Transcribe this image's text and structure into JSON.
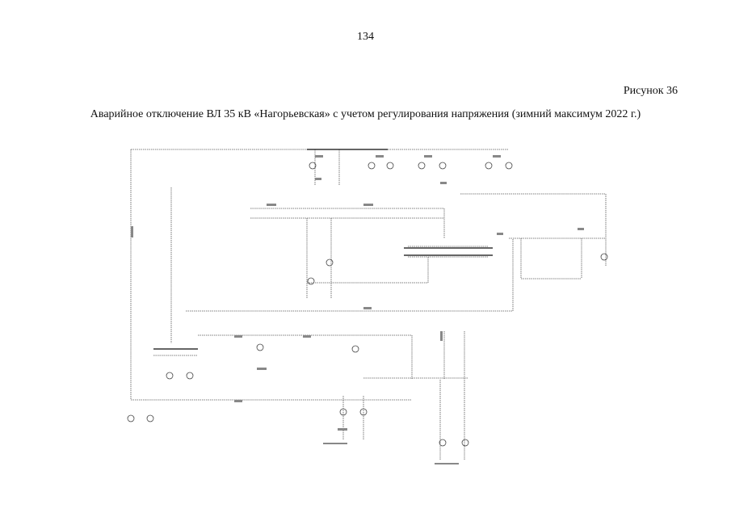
{
  "page": {
    "number": "134",
    "figure_label": "Рисунок 36",
    "caption": "Аварийное отключение ВЛ 35 кВ «Нагорьевская» с учетом регулирования напряжения (зимний максимум 2022 г.)"
  },
  "diagram": {
    "line_color": "#555555",
    "fine_text_color": "#888888"
  }
}
